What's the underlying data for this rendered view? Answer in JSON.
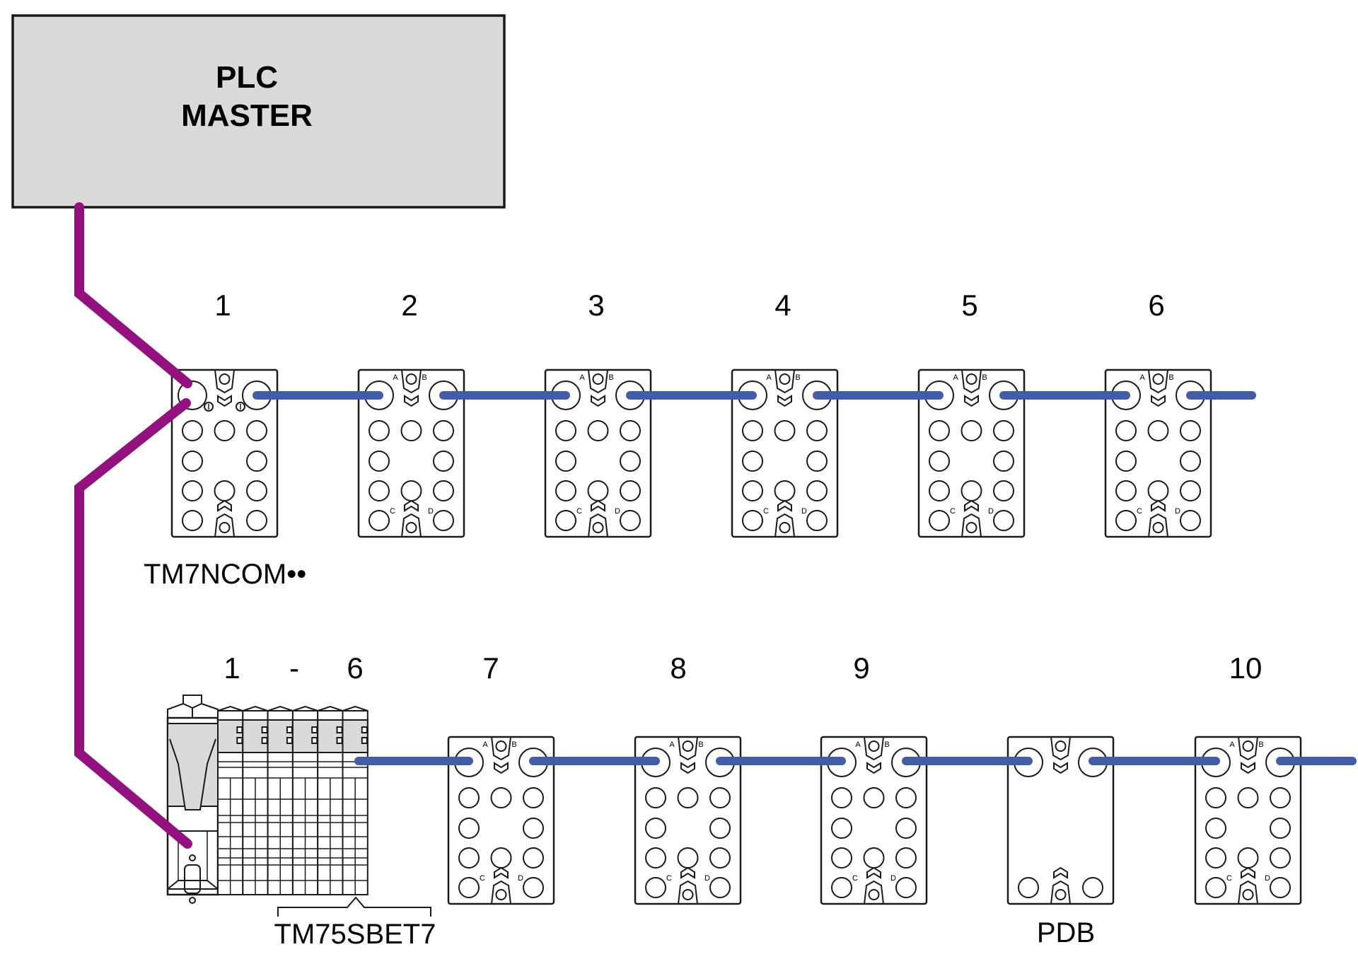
{
  "colors": {
    "master_fill": "#dadada",
    "fieldbus_cable": "#92117f",
    "bus_cable": "#425da5",
    "outline": "#1a1a1a"
  },
  "master": {
    "line1": "PLC",
    "line2": "MASTER"
  },
  "top_chain": {
    "modules": [
      {
        "label": "1",
        "kind": "TM7NCOM",
        "port_letters": false
      },
      {
        "label": "2",
        "kind": "io",
        "port_letters": true
      },
      {
        "label": "3",
        "kind": "io",
        "port_letters": true
      },
      {
        "label": "4",
        "kind": "io",
        "port_letters": true
      },
      {
        "label": "5",
        "kind": "io",
        "port_letters": true
      },
      {
        "label": "6",
        "kind": "io",
        "port_letters": true
      }
    ],
    "bus_module_caption": "TM7NCOM••"
  },
  "bottom_chain": {
    "slice_range_label": {
      "start": "1",
      "sep": "-",
      "end": "6"
    },
    "slice_caption": "TM75SBET7",
    "modules": [
      {
        "label": "7",
        "kind": "io",
        "port_letters": true
      },
      {
        "label": "8",
        "kind": "io",
        "port_letters": true
      },
      {
        "label": "9",
        "kind": "io",
        "port_letters": true
      },
      {
        "label": "",
        "kind": "PDB",
        "port_letters": false
      },
      {
        "label": "10",
        "kind": "io",
        "port_letters": true
      }
    ],
    "pdb_caption": "PDB"
  },
  "port_letters": {
    "a": "A",
    "b": "B",
    "c": "C",
    "d": "D"
  }
}
